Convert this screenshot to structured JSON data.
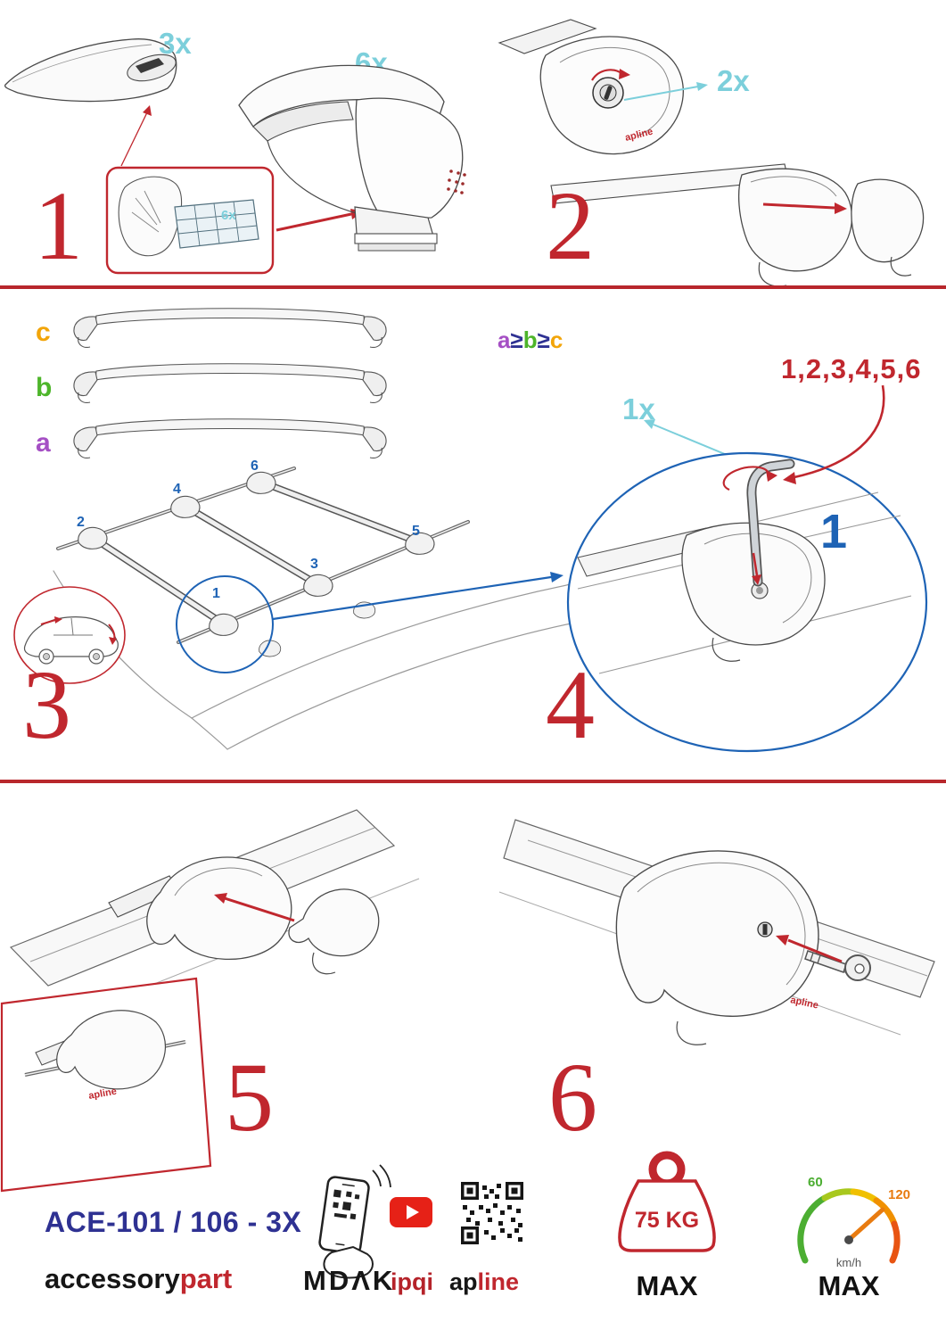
{
  "colors": {
    "red": "#c0272e",
    "cyan": "#7ccfdb",
    "blue": "#1e63b5",
    "navy": "#2e3192",
    "purple": "#a54fc4",
    "green": "#4db52a",
    "orange": "#f2a50a"
  },
  "step1": {
    "number": "1",
    "bar_qty": "3x",
    "foot_qty": "6x",
    "pad_qty": "6x"
  },
  "step2": {
    "number": "2",
    "lock_qty": "2x",
    "part_logo": "apline"
  },
  "step3": {
    "number": "3",
    "bar_c": "c",
    "bar_b": "b",
    "bar_a": "a",
    "roof": [
      "1",
      "2",
      "3",
      "4",
      "5",
      "6"
    ]
  },
  "step4": {
    "number": "4",
    "rule_a": "a",
    "rule_gte1": "≥",
    "rule_b": "b",
    "rule_gte2": "≥",
    "rule_c": "c",
    "sequence": "1,2,3,4,5,6",
    "tool_qty": "1x",
    "first_position": "1"
  },
  "step5": {
    "number": "5",
    "part_logo": "apline"
  },
  "step6": {
    "number": "6",
    "part_logo": "apline"
  },
  "footer": {
    "model": "ACE-101 / 106 - 3X",
    "brand_black": "accessory",
    "brand_red": "part",
    "mdak": "MDΛK",
    "ipqi": "ipqi",
    "apline_black": "ap",
    "apline_red": "line",
    "weight_value": "75 KG",
    "weight_max": "MAX",
    "speed_low": "60",
    "speed_high": "120",
    "speed_unit": "km/h",
    "speed_max": "MAX"
  }
}
